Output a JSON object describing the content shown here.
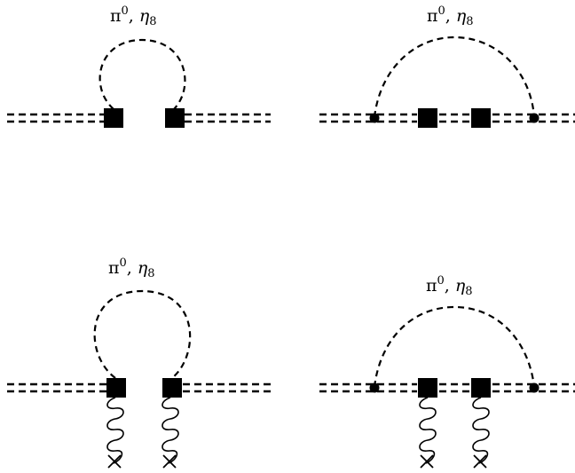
{
  "diagrams": [
    {
      "id": "top-left",
      "label": {
        "main": "π",
        "sup": "0",
        "sep": ", ",
        "eta": "η",
        "sub": "8"
      }
    },
    {
      "id": "top-right",
      "label": {
        "main": "π",
        "sup": "0",
        "sep": ", ",
        "eta": "η",
        "sub": "8"
      }
    },
    {
      "id": "bottom-left",
      "label": {
        "main": "π",
        "sup": "0",
        "sep": ", ",
        "eta": "η",
        "sub": "8"
      }
    },
    {
      "id": "bottom-right",
      "label": {
        "main": "π",
        "sup": "0",
        "sep": ", ",
        "eta": "η",
        "sub": "8"
      }
    }
  ]
}
